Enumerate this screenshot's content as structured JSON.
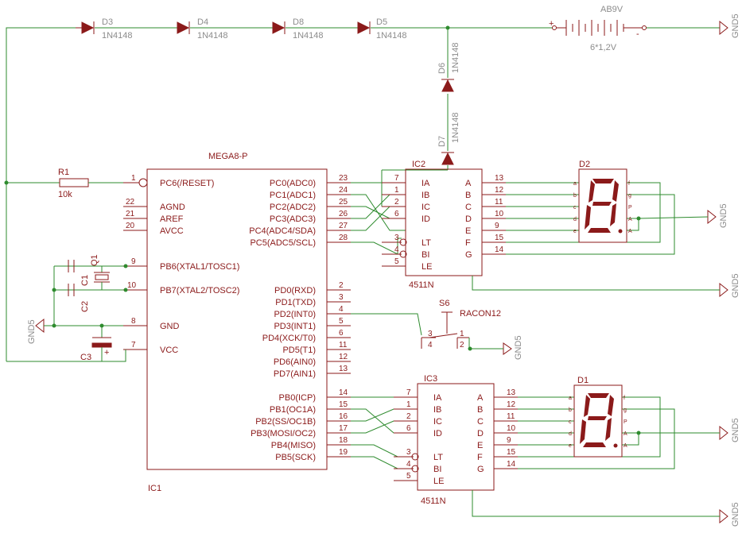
{
  "diodes_top": [
    {
      "ref": "D3",
      "val": "1N4148"
    },
    {
      "ref": "D4",
      "val": "1N4148"
    },
    {
      "ref": "D8",
      "val": "1N4148"
    },
    {
      "ref": "D5",
      "val": "1N4148"
    }
  ],
  "diodes_vert": [
    {
      "ref": "D6",
      "val": "1N4148"
    },
    {
      "ref": "D7",
      "val": "1N4148"
    }
  ],
  "battery": {
    "ref": "AB9V",
    "val": "6*1,2V",
    "plus": "+",
    "minus": "-"
  },
  "gnd_label": "GND5",
  "resistor": {
    "ref": "R1",
    "val": "10k"
  },
  "mcu": {
    "name": "MEGA8-P",
    "ref": "IC1",
    "left_pins": [
      {
        "num": "1",
        "name": "PC6(/RESET)"
      },
      {
        "num": "22",
        "name": "AGND"
      },
      {
        "num": "21",
        "name": "AREF"
      },
      {
        "num": "20",
        "name": "AVCC"
      },
      {
        "num": "9",
        "name": "PB6(XTAL1/TOSC1)"
      },
      {
        "num": "10",
        "name": "PB7(XTAL2/TOSC2)"
      },
      {
        "num": "8",
        "name": "GND"
      },
      {
        "num": "7",
        "name": "VCC"
      }
    ],
    "right_pins": [
      {
        "num": "23",
        "name": "PC0(ADC0)"
      },
      {
        "num": "24",
        "name": "PC1(ADC1)"
      },
      {
        "num": "25",
        "name": "PC2(ADC2)"
      },
      {
        "num": "26",
        "name": "PC3(ADC3)"
      },
      {
        "num": "27",
        "name": "PC4(ADC4/SDA)"
      },
      {
        "num": "28",
        "name": "PC5(ADC5/SCL)"
      },
      {
        "num": "2",
        "name": "PD0(RXD)"
      },
      {
        "num": "3",
        "name": "PD1(TXD)"
      },
      {
        "num": "4",
        "name": "PD2(INT0)"
      },
      {
        "num": "5",
        "name": "PD3(INT1)"
      },
      {
        "num": "6",
        "name": "PD4(XCK/T0)"
      },
      {
        "num": "11",
        "name": "PD5(T1)"
      },
      {
        "num": "12",
        "name": "PD6(AIN0)"
      },
      {
        "num": "13",
        "name": "PD7(AIN1)"
      },
      {
        "num": "14",
        "name": "PB0(ICP)"
      },
      {
        "num": "15",
        "name": "PB1(OC1A)"
      },
      {
        "num": "16",
        "name": "PB2(SS/OC1B)"
      },
      {
        "num": "17",
        "name": "PB3(MOSI/OC2)"
      },
      {
        "num": "18",
        "name": "PB4(MISO)"
      },
      {
        "num": "19",
        "name": "PB5(SCK)"
      }
    ]
  },
  "caps": {
    "c1": "C1",
    "c2": "C2",
    "c3": "C3",
    "q1": "Q1",
    "c3_plus": "+"
  },
  "switch": {
    "ref": "S6",
    "val": "RACON12",
    "p1": "1",
    "p2": "2",
    "p3": "3",
    "p4": "4"
  },
  "decoders": [
    {
      "ref": "IC2",
      "val": "4511N",
      "in_pins": [
        {
          "num": "7",
          "name": "IA"
        },
        {
          "num": "1",
          "name": "IB"
        },
        {
          "num": "2",
          "name": "IC"
        },
        {
          "num": "6",
          "name": "ID"
        },
        {
          "num": "3",
          "name": "LT"
        },
        {
          "num": "4",
          "name": "BI"
        },
        {
          "num": "5",
          "name": "LE"
        }
      ],
      "out_pins": [
        {
          "num": "13",
          "name": "A"
        },
        {
          "num": "12",
          "name": "B"
        },
        {
          "num": "11",
          "name": "C"
        },
        {
          "num": "10",
          "name": "D"
        },
        {
          "num": "9",
          "name": "E"
        },
        {
          "num": "15",
          "name": "F"
        },
        {
          "num": "14",
          "name": "G"
        }
      ]
    },
    {
      "ref": "IC3",
      "val": "4511N",
      "in_pins": [
        {
          "num": "7",
          "name": "IA"
        },
        {
          "num": "1",
          "name": "IB"
        },
        {
          "num": "2",
          "name": "IC"
        },
        {
          "num": "6",
          "name": "ID"
        },
        {
          "num": "3",
          "name": "LT"
        },
        {
          "num": "4",
          "name": "BI"
        },
        {
          "num": "5",
          "name": "LE"
        }
      ],
      "out_pins": [
        {
          "num": "13",
          "name": "A"
        },
        {
          "num": "12",
          "name": "B"
        },
        {
          "num": "11",
          "name": "C"
        },
        {
          "num": "10",
          "name": "D"
        },
        {
          "num": "9",
          "name": "E"
        },
        {
          "num": "15",
          "name": "F"
        },
        {
          "num": "14",
          "name": "G"
        }
      ]
    }
  ],
  "displays": [
    {
      "ref": "D2",
      "left": [
        "a",
        "b",
        "c",
        "d",
        "e"
      ],
      "right": [
        "f",
        "g",
        "P",
        "A",
        "A"
      ]
    },
    {
      "ref": "D1",
      "left": [
        "a",
        "b",
        "c",
        "d",
        "e"
      ],
      "right": [
        "f",
        "g",
        "P",
        "A",
        "A"
      ]
    }
  ]
}
